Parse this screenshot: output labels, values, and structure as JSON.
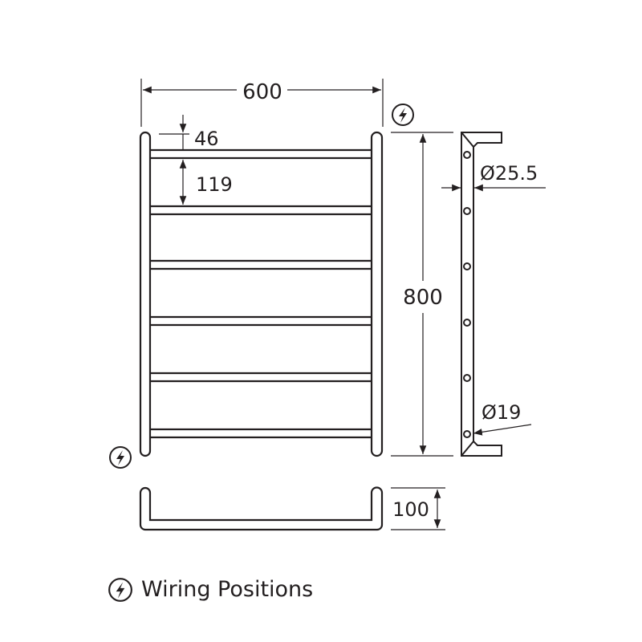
{
  "dimensions": {
    "width": "600",
    "top_offset": "46",
    "bar_spacing": "119",
    "height": "800",
    "rail_diameter": "Ø25.5",
    "bar_diameter": "Ø19",
    "depth": "100"
  },
  "legend": {
    "icon": "lightning-bolt-circle-icon",
    "label": "Wiring Positions"
  }
}
